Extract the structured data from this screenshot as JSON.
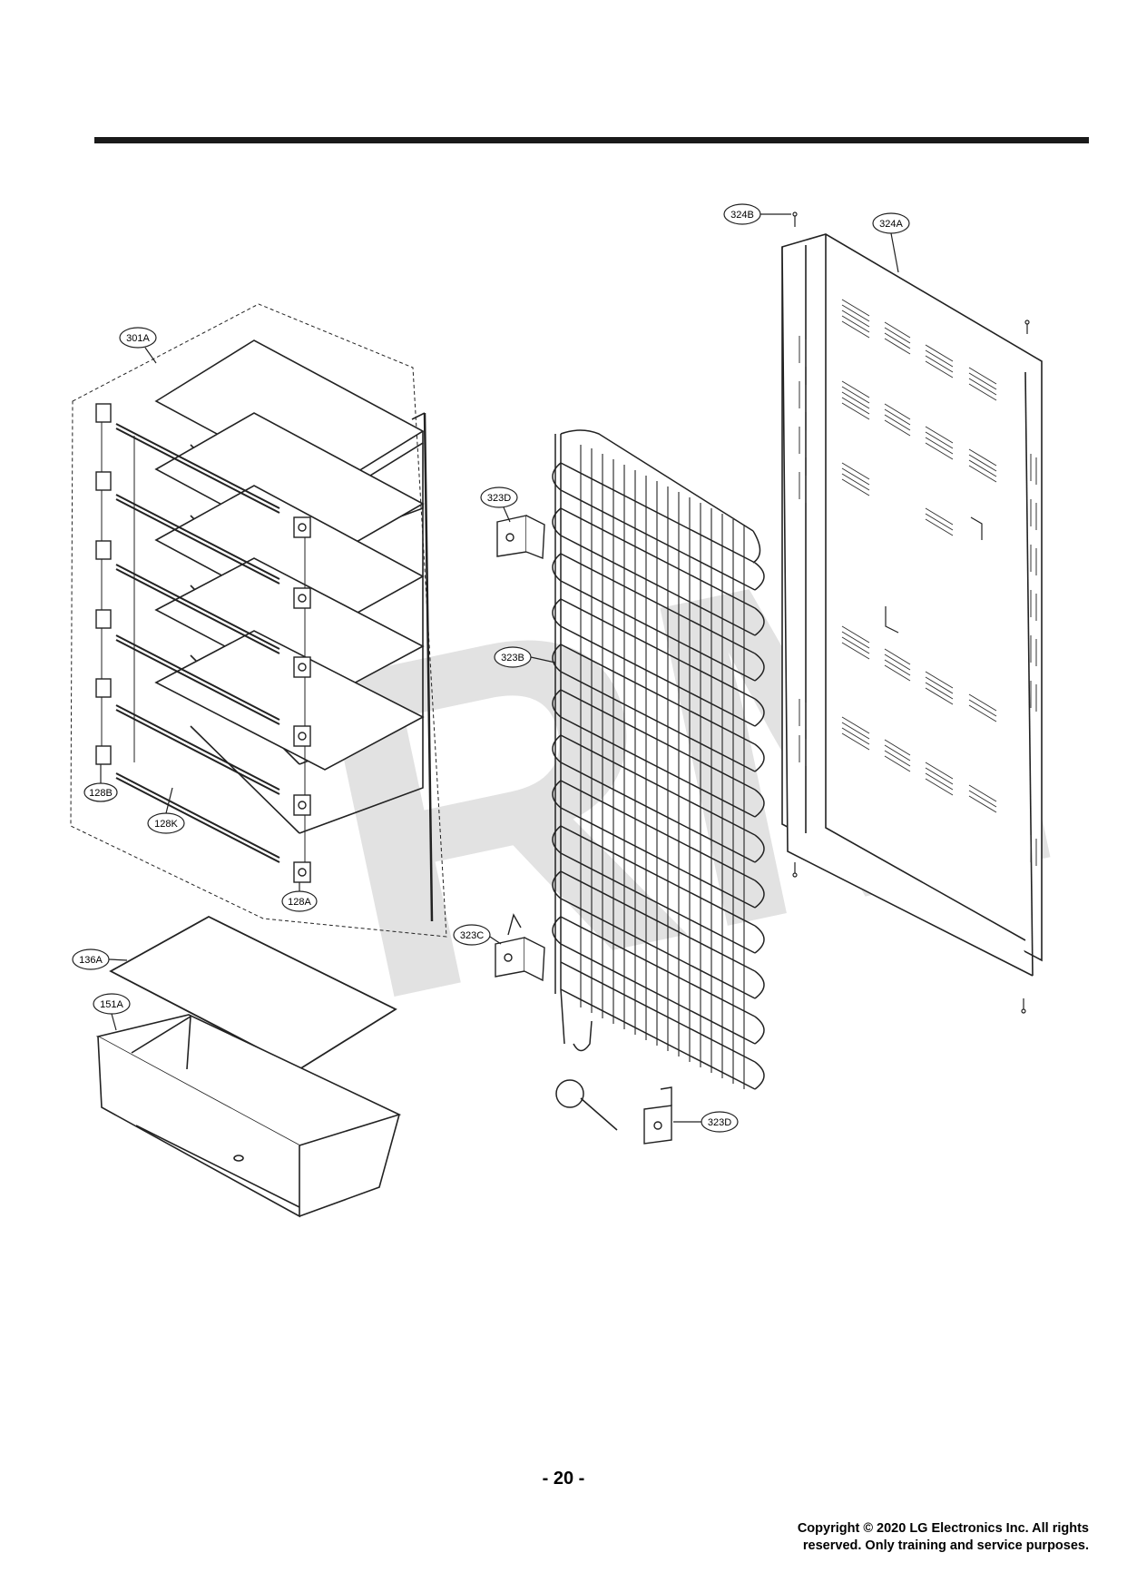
{
  "watermark": "RM",
  "callouts": {
    "c301A": "301A",
    "c128B": "128B",
    "c128K": "128K",
    "c128A": "128A",
    "c136A": "136A",
    "c151A": "151A",
    "c323D_top": "323D",
    "c323B": "323B",
    "c323C": "323C",
    "c323D_bottom": "323D",
    "c324B": "324B",
    "c324A": "324A"
  },
  "footer": {
    "page_number": "- 20 -",
    "copyright_line1": "Copyright © 2020 LG Electronics Inc. All rights",
    "copyright_line2": "reserved. Only training and service purposes."
  }
}
